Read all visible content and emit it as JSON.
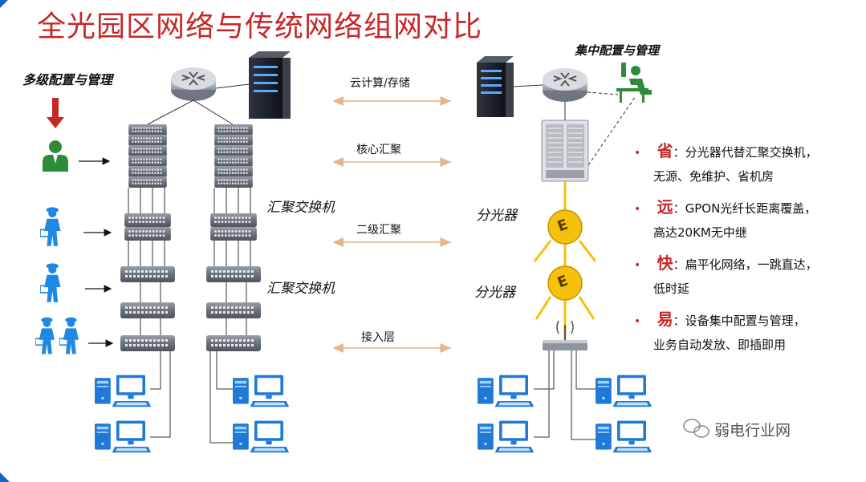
{
  "title": "全光园区网络与传统网络组网对比",
  "left": {
    "top_label": "多级配置与管理",
    "agg_switch_label_1": "汇聚交换机",
    "agg_switch_label_2": "汇聚交换机"
  },
  "middle": {
    "layers": [
      "云计算/存储",
      "核心汇聚",
      "二级汇聚",
      "接入层"
    ]
  },
  "right": {
    "top_label": "集中配置与管理",
    "splitter_label_1": "分光器",
    "splitter_label_2": "分光器",
    "splitter_icon_text": "E"
  },
  "advantages": [
    {
      "key": "省",
      "line1": "：分光器代替汇聚交换机，",
      "line2": "无源、免维护、省机房"
    },
    {
      "key": "远",
      "line1": "：GPON光纤长距离覆盖，",
      "line2": "高达20KM无中继"
    },
    {
      "key": "快",
      "line1": "：扁平化网络，一跳直达，",
      "line2": "低时延"
    },
    {
      "key": "易",
      "line1": "：设备集中配置与管理，",
      "line2": "业务自动发放、即插即用"
    }
  ],
  "watermark": "弱电行业网",
  "colors": {
    "title": "#c62828",
    "accent_red": "#c62828",
    "user_green": "#2e8b3a",
    "user_blue": "#1e88e5",
    "fiber_yellow": "#f4c20d",
    "corner_blue": "#1565c0"
  }
}
